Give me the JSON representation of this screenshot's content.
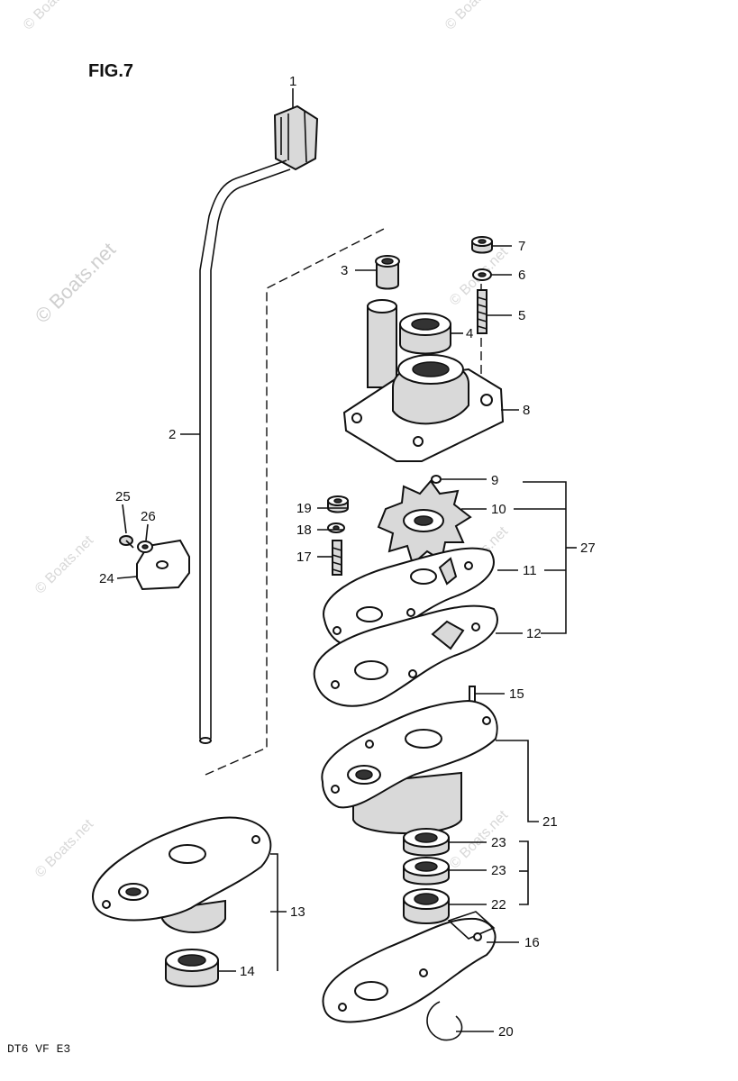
{
  "figure_label": "FIG.7",
  "footer_code": "DT6 VF E3",
  "watermark": "© Boats.net",
  "callouts": {
    "p1": "1",
    "p2": "2",
    "p3": "3",
    "p4": "4",
    "p5": "5",
    "p6": "6",
    "p7": "7",
    "p8": "8",
    "p9": "9",
    "p10": "10",
    "p11": "11",
    "p12": "12",
    "p13": "13",
    "p14": "14",
    "p15": "15",
    "p16": "16",
    "p17": "17",
    "p18": "18",
    "p19": "19",
    "p20": "20",
    "p21": "21",
    "p22": "22",
    "p23a": "23",
    "p23b": "23",
    "p24": "24",
    "p25": "25",
    "p26": "26",
    "p27": "27"
  }
}
